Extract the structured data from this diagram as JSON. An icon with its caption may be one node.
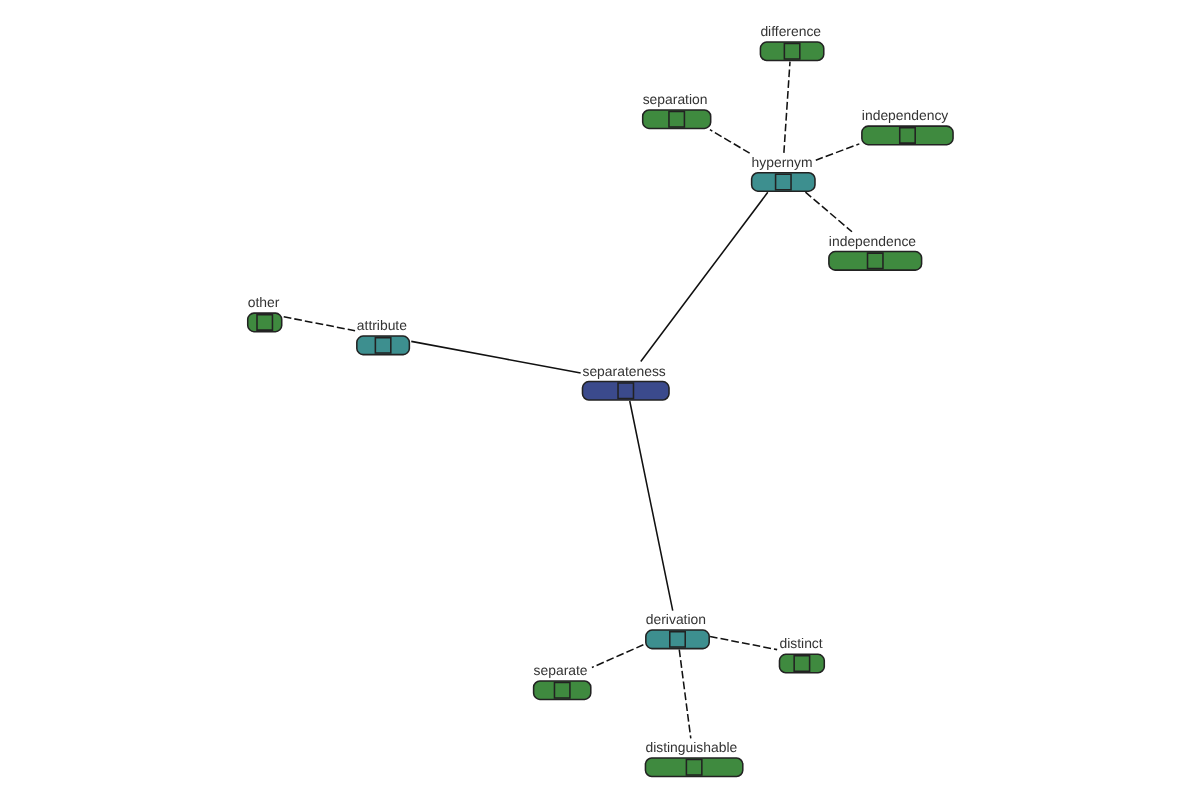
{
  "diagram": {
    "nodes": [
      {
        "text": [
          "separation"
        ]
      },
      {
        "text": [
          "independency"
        ]
      },
      {
        "text": [
          "independence"
        ]
      },
      {
        "text": [
          "hypernym"
        ]
      },
      {
        "text": [
          "difference"
        ]
      },
      {
        "text": [
          "other"
        ]
      },
      {
        "text": [
          "attribute"
        ]
      },
      {
        "text": [
          "separateness"
        ]
      },
      {
        "text": [
          "derivation"
        ]
      },
      {
        "text": [
          "distinguishable"
        ]
      },
      {
        "text": [
          "distinct"
        ]
      },
      {
        "text": [
          "separate"
        ]
      }
    ],
    "edges": [
      {
        "from": 7,
        "to": 3,
        "arrow": "none"
      },
      {
        "from": 7,
        "to": 6,
        "arrow": "none"
      },
      {
        "from": 7,
        "to": 8,
        "arrow": "none"
      },
      {
        "from": 3,
        "to": 0,
        "arrow": "none",
        "style": "dashed"
      },
      {
        "from": 3,
        "to": 1,
        "arrow": "none",
        "style": "dashed"
      },
      {
        "from": 3,
        "to": 2,
        "arrow": "none",
        "style": "dashed"
      },
      {
        "from": 3,
        "to": 4,
        "arrow": "none",
        "style": "dashed"
      },
      {
        "from": 6,
        "to": 5,
        "arrow": "none",
        "style": "dashed"
      },
      {
        "from": 8,
        "to": 9,
        "arrow": "none",
        "style": "dashed"
      },
      {
        "from": 8,
        "to": 11,
        "arrow": "none",
        "style": "dashed"
      },
      {
        "from": 8,
        "to": 10,
        "arrow": "none",
        "style": "dashed"
      }
    ]
  }
}
